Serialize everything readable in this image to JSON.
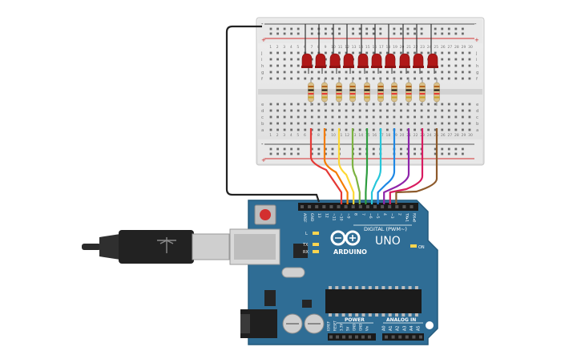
{
  "breadboard": {
    "row_letters_top": [
      "j",
      "i",
      "h",
      "g",
      "f"
    ],
    "row_letters_bottom": [
      "e",
      "d",
      "c",
      "b",
      "a"
    ],
    "column_numbers": [
      "1",
      "2",
      "3",
      "4",
      "5",
      "6",
      "7",
      "8",
      "9",
      "10",
      "11",
      "12",
      "13",
      "14",
      "15",
      "16",
      "17",
      "18",
      "19",
      "20",
      "21",
      "22",
      "23",
      "24",
      "25",
      "26",
      "27",
      "28",
      "29",
      "30"
    ],
    "rail_plus": "+",
    "rail_minus": "-"
  },
  "leds": {
    "count": 10,
    "body_color": "#b01818"
  },
  "resistors": {
    "count": 10,
    "body_color": "#d8c08a"
  },
  "wires": {
    "ground_color": "#222222",
    "signal_colors": [
      "#e53935",
      "#f57c00",
      "#fdd835",
      "#7cb342",
      "#2e9d3f",
      "#26c6da",
      "#1e88e5",
      "#8e24aa",
      "#d81b60",
      "#8d5a2b",
      "#9e9e9e"
    ]
  },
  "arduino": {
    "logo": "ARDUINO",
    "model": "UNO",
    "digital_label": "DIGITAL (PWM~)",
    "power_label": "POWER",
    "analog_label": "ANALOG IN",
    "on_label": "ON",
    "led_l": "L",
    "led_tx": "TX",
    "led_rx": "RX",
    "header_top_labels": [
      "AREF",
      "GND",
      "13",
      "12",
      "~11",
      "~10",
      "~9",
      "8",
      "7",
      "~6",
      "~5",
      "4",
      "~3",
      "2",
      "TX▸1",
      "RX◂0"
    ],
    "power_pins": [
      "IOREF",
      "RESET",
      "3.3V",
      "5V",
      "GND",
      "GND",
      "Vin"
    ],
    "analog_pins": [
      "A0",
      "A1",
      "A2",
      "A3",
      "A4",
      "A5"
    ],
    "board_color": "#2f6d95"
  }
}
